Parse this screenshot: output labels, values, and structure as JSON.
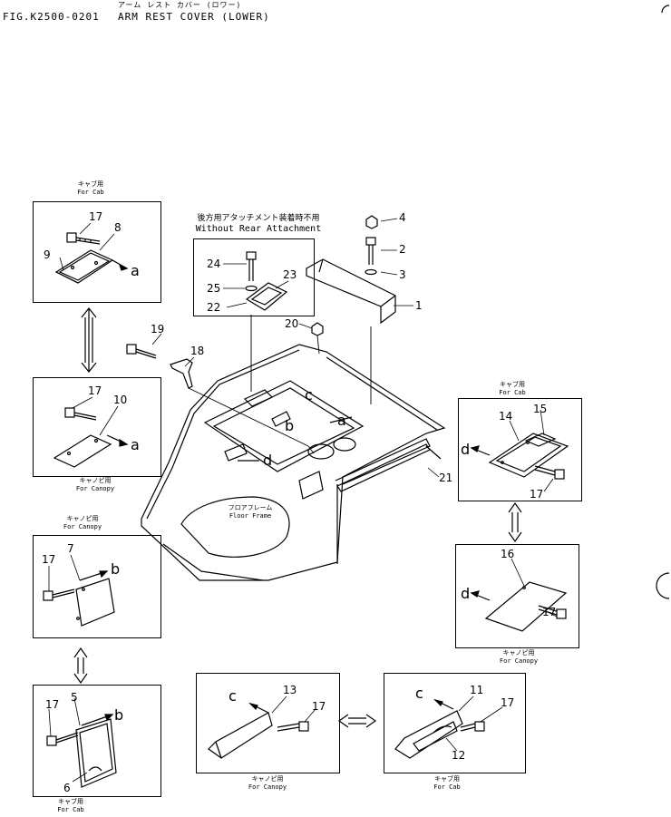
{
  "header": {
    "fig_number": "FIG.K2500-0201",
    "title_en": "ARM REST COVER (LOWER)",
    "title_jp": "アーム レスト カバー (ロワー)"
  },
  "rear_box": {
    "jp": "後方用アタッチメント装着時不用",
    "en": "Without Rear Attachment"
  },
  "floor": {
    "jp": "フロアフレーム",
    "en": "Floor Frame"
  },
  "captions": {
    "cab_jp": "キャブ用",
    "cab_en": "For Cab",
    "canopy_jp": "キャノピ用",
    "canopy_en": "For Canopy"
  },
  "part_numbers": [
    "1",
    "2",
    "3",
    "4",
    "5",
    "6",
    "7",
    "8",
    "9",
    "10",
    "11",
    "12",
    "13",
    "14",
    "15",
    "16",
    "17",
    "18",
    "19",
    "20",
    "21",
    "22",
    "23",
    "24",
    "25"
  ],
  "reference_letters": [
    "a",
    "b",
    "c",
    "d"
  ]
}
